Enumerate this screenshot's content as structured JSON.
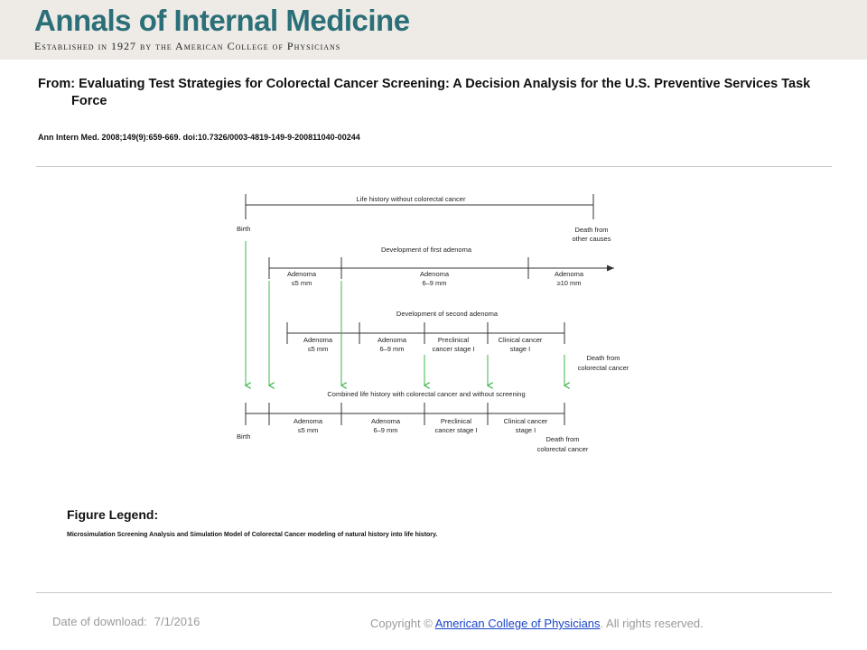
{
  "header": {
    "journal_name": "Annals of Internal Medicine",
    "tagline": "Established in 1927 by the American College of Physicians",
    "brand_color": "#2b6f78"
  },
  "article": {
    "from_title": "From: Evaluating Test Strategies for Colorectal Cancer Screening: A Decision Analysis for the U.S. Preventive Services Task Force",
    "citation": "Ann Intern Med. 2008;149(9):659-669. doi:10.7326/0003-4819-149-9-200811040-00244"
  },
  "figure": {
    "life_history_label": "Life history without colorectal cancer",
    "birth_label": "Birth",
    "death_other_1": "Death from",
    "death_other_2": "other causes",
    "first_adenoma_label": "Development of first adenoma",
    "first_segments": [
      {
        "l1": "Adenoma",
        "l2": "≤5 mm"
      },
      {
        "l1": "Adenoma",
        "l2": "6–9 mm"
      },
      {
        "l1": "Adenoma",
        "l2": "≥10 mm"
      }
    ],
    "second_adenoma_label": "Development of second adenoma",
    "second_segments": [
      {
        "l1": "Adenoma",
        "l2": "≤5 mm"
      },
      {
        "l1": "Adenoma",
        "l2": "6–9 mm"
      },
      {
        "l1": "Preclinical",
        "l2": "cancer stage I"
      },
      {
        "l1": "Clinical cancer",
        "l2": "stage I"
      }
    ],
    "death_crc_1": "Death from",
    "death_crc_2": "colorectal cancer",
    "combined_label": "Combined life history with colorectal cancer and without screening",
    "combined_segments": [
      {
        "l1": "Adenoma",
        "l2": "≤5 mm"
      },
      {
        "l1": "Adenoma",
        "l2": "6–9 mm"
      },
      {
        "l1": "Preclinical",
        "l2": "cancer stage I"
      },
      {
        "l1": "Clinical cancer",
        "l2": "stage I"
      }
    ],
    "birth_label_bottom": "Birth",
    "death_crc_bottom_1": "Death from",
    "death_crc_bottom_2": "colorectal cancer",
    "arrow_color": "#3cb54a"
  },
  "legend": {
    "title": "Figure Legend:",
    "text": "Microsimulation Screening Analysis and Simulation Model of Colorectal Cancer modeling of natural history into life history."
  },
  "footer": {
    "download_label": "Date of download:",
    "download_date": "7/1/2016",
    "copyright_prefix": "Copyright ©",
    "copyright_link": "American College of Physicians",
    "copyright_suffix": ". All rights reserved."
  }
}
